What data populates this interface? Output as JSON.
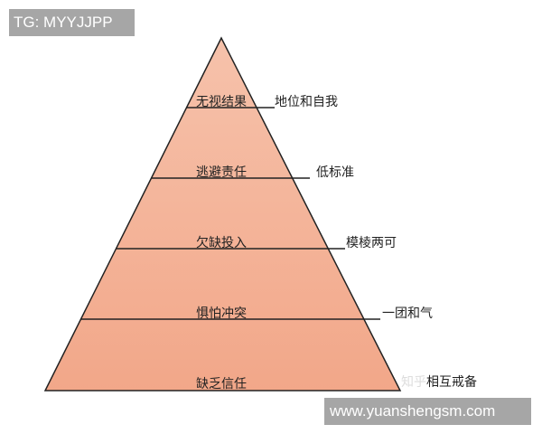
{
  "watermark_top": "TG: MYYJJPP",
  "watermark_bottom": "www.yuanshengsm.com",
  "watermark_zhihu": "知乎",
  "fill_color": "#f3ae92",
  "levels": [
    {
      "label": "无视结果",
      "side": "地位和自我"
    },
    {
      "label": "逃避责任",
      "side": "低标准"
    },
    {
      "label": "欠缺投入",
      "side": "模棱两可"
    },
    {
      "label": "惧怕冲突",
      "side": "一团和气"
    },
    {
      "label": "缺乏信任",
      "side": "相互戒备"
    }
  ]
}
